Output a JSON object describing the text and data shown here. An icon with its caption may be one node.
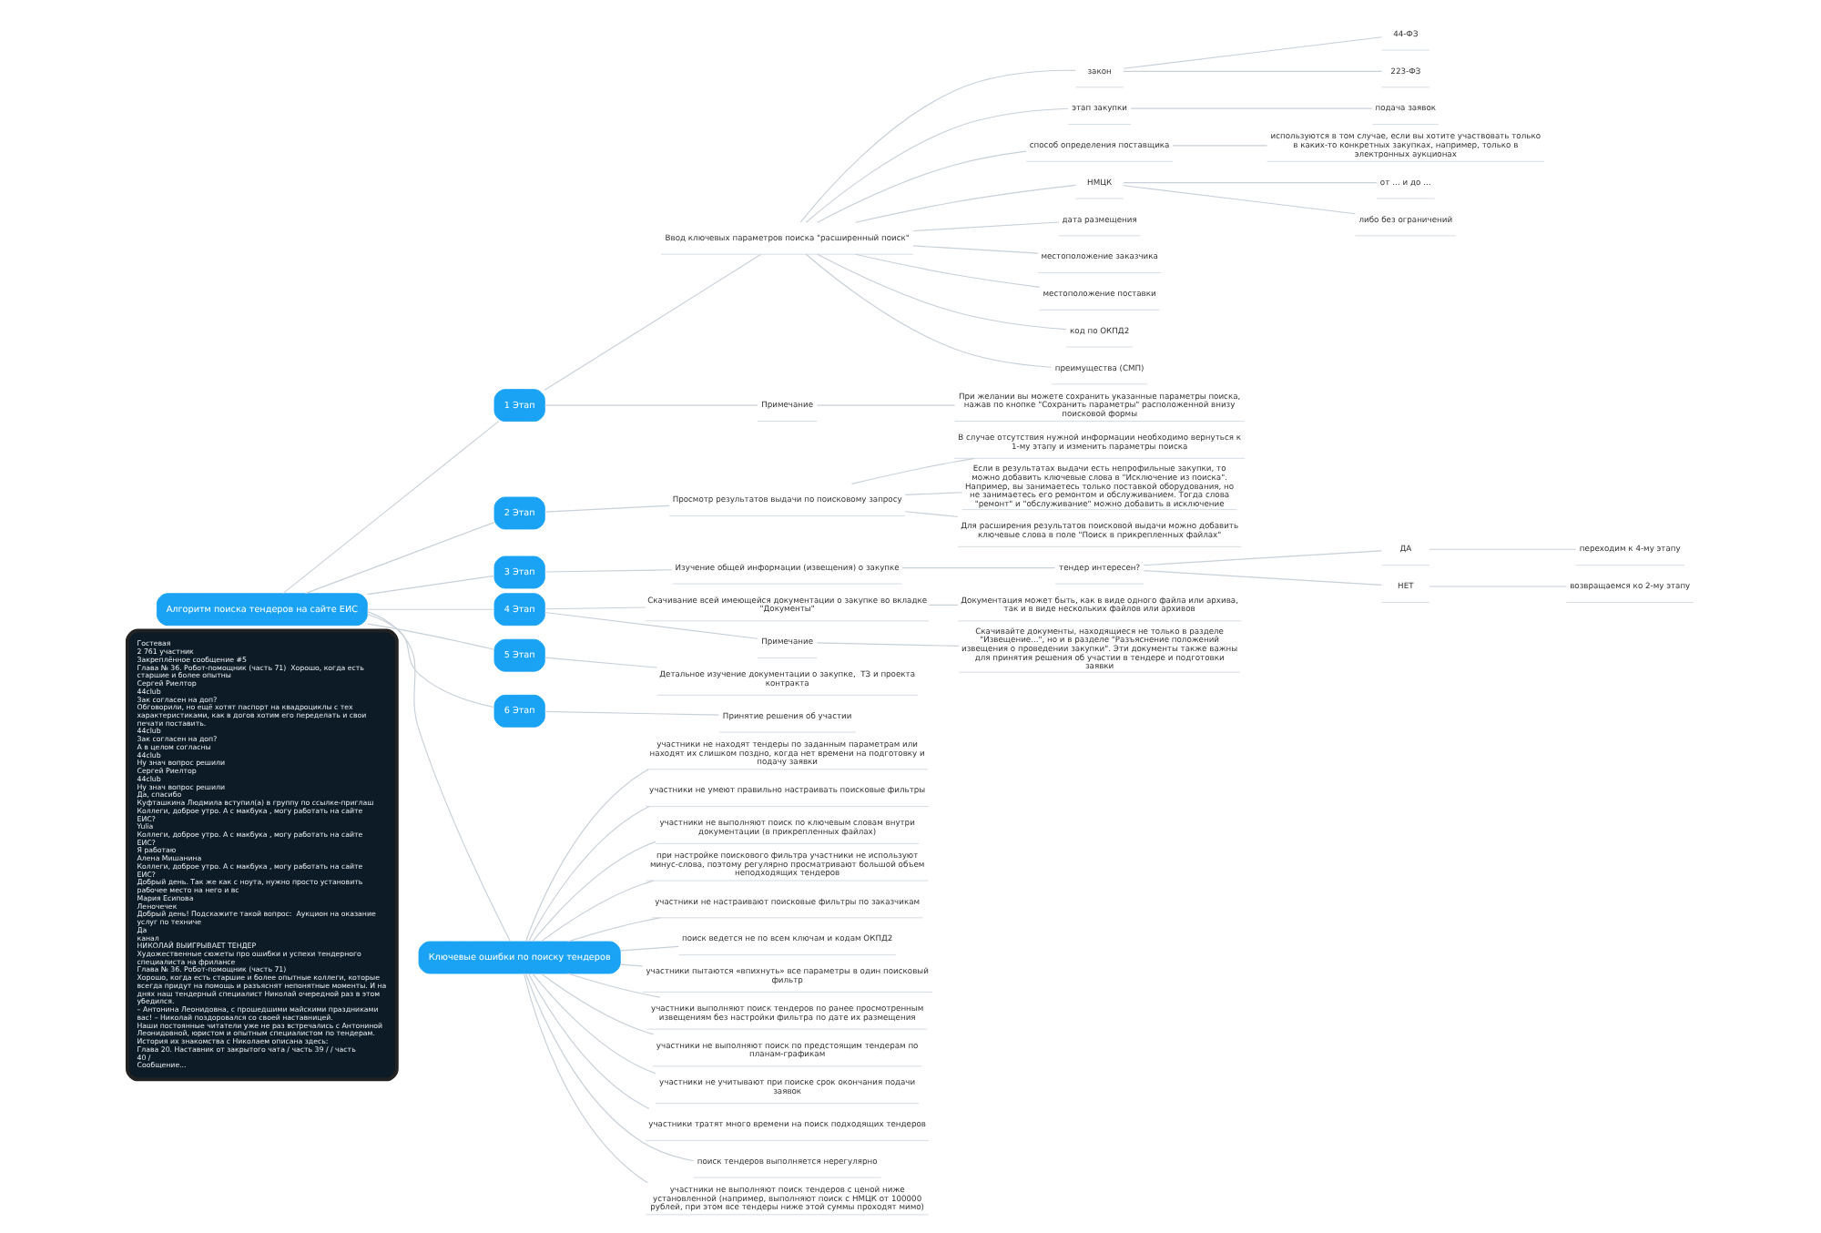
{
  "diagram": {
    "nodes": [
      {
        "text": [
          "Гостевая",
          "2 761 участник",
          "Закреплённое сообщение #5",
          "Глава № 36. Робот-помощник (часть 71)  Хорошо, когда есть старшие и более опытны",
          "Сергей Риелтор",
          "44club",
          "Зак согласен на доп?",
          "Обговорили, но ещё хотят паспорт на квадроциклы с тех характеристиками, как в догов хотим его переделать и свои печати поставить.",
          "44club",
          "Зак согласен на доп?",
          "А в целом согласны",
          "44club",
          "Ну знач вопрос решили",
          "Сергей Риелтор",
          "44club",
          "Ну знач вопрос решили",
          "Да, спасибо",
          "Куфташкина Людмила вступил(а) в группу по ссылке-приглаш",
          "Коллеги, доброе утро. А с макбука , могу работать на сайте ЕИС?",
          "Yulia",
          "Коллеги, доброе утро. А с макбука , могу работать на сайте ЕИС?",
          "Я работаю",
          "Алена Мишанина",
          "Коллеги, доброе утро. А с макбука , могу работать на сайте ЕИС?",
          "Добрый день. Так же как с ноута, нужно просто установить рабочее место на него и вс",
          "Мария Есипова",
          "Леночечек",
          "Добрый день! Подскажите такой вопрос:  Аукцион на оказание услуг по техниче",
          "Да",
          "канал",
          "НИКОЛАЙ ВЫИГРЫВАЕТ ТЕНДЕР",
          "Художественные сюжеты про ошибки и успехи тендерного специалиста на фрилансе",
          "Глава № 36. Робот-помощник (часть 71)",
          "Хорошо, когда есть старшие и более опытные коллеги, которые всегда придут на помощь и разъяснят непонятные моменты. И на днях наш тендерный специалист Николай очередной раз в этом убедился.",
          "– Антонина Леонидовна, с прошедшими майскими праздниками вас! – Николай поздоровался со своей наставницей.",
          "Наши постоянные читатели уже не раз встречались с Антониной Леонидовной, юристом и опытным специалистом по тендерам.",
          "История их знакомства с Николаем описана здесь:",
          "Глава 20. Наставник от закрытого чата / часть 39 / / часть 40 /",
          "Сообщение..."
        ]
      },
      {
        "text": [
          "Алгоритм поиска тендеров на сайте ЕИС"
        ]
      },
      {
        "text": [
          "1 Этап"
        ]
      },
      {
        "text": [
          "Ввод ключевых параметров поиска \"расширенный поиск\""
        ]
      },
      {
        "text": [
          "закон"
        ]
      },
      {
        "text": [
          "44-ФЗ"
        ]
      },
      {
        "text": [
          "223-ФЗ"
        ]
      },
      {
        "text": [
          "этап закупки"
        ]
      },
      {
        "text": [
          "подача заявок"
        ]
      },
      {
        "text": [
          "способ определения поставщика"
        ]
      },
      {
        "text": [
          "используются в том случае, если вы хотите участвовать только в каких-то конкретных закупках, например, только в электронных аукционах"
        ]
      },
      {
        "text": [
          "НМЦК"
        ]
      },
      {
        "text": [
          "от … и до …"
        ]
      },
      {
        "text": [
          "либо без ограничений"
        ]
      },
      {
        "text": [
          "дата размещения"
        ]
      },
      {
        "text": [
          "местоположение заказчика"
        ]
      },
      {
        "text": [
          "местоположение поставки"
        ]
      },
      {
        "text": [
          "код по ОКПД2"
        ]
      },
      {
        "text": [
          "преимущества (СМП)"
        ]
      },
      {
        "text": [
          "Примечание"
        ]
      },
      {
        "text": [
          "При желании вы можете сохранить указанные параметры поиска, нажав по кнопке \"Сохранить параметры\" расположенной внизу поисковой формы"
        ]
      },
      {
        "text": [
          "2 Этап"
        ]
      },
      {
        "text": [
          "Просмотр результатов выдачи по поисковому запросу"
        ]
      },
      {
        "text": [
          "В случае отсутствия нужной информации необходимо вернуться к 1-му этапу и изменить параметры поиска"
        ]
      },
      {
        "text": [
          "Если в результатах выдачи есть непрофильные закупки, то можно добавить ключевые слова в \"Исключение из поиска\". Например, вы занимаетесь только поставкой оборудования, но не занимаетесь его ремонтом и обслуживанием. Тогда слова \"ремонт\" и \"обслуживание\" можно добавить в исключение"
        ]
      },
      {
        "text": [
          "Для расширения результатов поисковой выдачи можно добавить ключевые слова в поле \"Поиск в прикрепленных файлах\""
        ]
      },
      {
        "text": [
          "3 Этап"
        ]
      },
      {
        "text": [
          "Изучение общей информации (извещения) о закупке"
        ]
      },
      {
        "text": [
          "тендер интересен?"
        ]
      },
      {
        "text": [
          "ДА"
        ]
      },
      {
        "text": [
          "переходим к 4-му этапу"
        ]
      },
      {
        "text": [
          "НЕТ"
        ]
      },
      {
        "text": [
          "возвращаемся ко 2-му этапу"
        ]
      },
      {
        "text": [
          "4 Этап"
        ]
      },
      {
        "text": [
          "Скачивание всей имеющейся документации о закупке во вкладке \"Документы\""
        ]
      },
      {
        "text": [
          "Документация может быть, как в виде одного файла или архива, так и в виде нескольких файлов или архивов"
        ]
      },
      {
        "text": [
          "Примечание"
        ]
      },
      {
        "text": [
          "Скачивайте документы, находящиеся не только в разделе \"Извещение...\", но и в разделе \"Разъяснение положений извещения о проведении закупки\". Эти документы также важны для принятия решения об участии в тендере и подготовки заявки"
        ]
      },
      {
        "text": [
          "5 Этап"
        ]
      },
      {
        "text": [
          "Детальное изучение документации о закупке,  ТЗ и проекта контракта"
        ]
      },
      {
        "text": [
          "6 Этап"
        ]
      },
      {
        "text": [
          "Принятие решения об участии"
        ]
      },
      {
        "text": [
          "Ключевые ошибки по поиску тендеров"
        ]
      },
      {
        "text": [
          "участники не находят тендеры по заданным параметрам или находят их слишком поздно, когда нет времени на подготовку и подачу заявки"
        ]
      },
      {
        "text": [
          "участники не умеют правильно настраивать поисковые фильтры"
        ]
      },
      {
        "text": [
          "участники не выполняют поиск по ключевым словам внутри документации (в прикрепленных файлах)"
        ]
      },
      {
        "text": [
          "при настройке поискового фильтра участники не используют минус-слова, поэтому регулярно просматривают большой объем неподходящих тендеров"
        ]
      },
      {
        "text": [
          "участники не настраивают поисковые фильтры по заказчикам"
        ]
      },
      {
        "text": [
          "поиск ведется не по всем ключам и кодам ОКПД2"
        ]
      },
      {
        "text": [
          "участники пытаются «впихнуть» все параметры в один поисковый фильтр"
        ]
      },
      {
        "text": [
          "участники выполняют поиск тендеров по ранее просмотренным извещениям без настройки фильтра по дате их размещения"
        ]
      },
      {
        "text": [
          "участники не выполняют поиск по предстоящим тендерам по планам-графикам"
        ]
      },
      {
        "text": [
          "участники не учитывают при поиске срок окончания подачи заявок"
        ]
      },
      {
        "text": [
          "участники тратят много времени на поиск подходящих тендеров"
        ]
      },
      {
        "text": [
          "поиск тендеров выполняется нерегулярно"
        ]
      },
      {
        "text": [
          "участники не выполняют поиск тендеров с ценой ниже установленной (например, выполняют поиск с НМЦК от 100000 рублей, при этом все тендеры ниже этой суммы проходят мимо)"
        ]
      }
    ],
    "edges": [
      {
        "from": 1,
        "to": 2,
        "arrow": "none"
      },
      {
        "from": 2,
        "to": 3,
        "arrow": "none"
      },
      {
        "from": 3,
        "to": 4,
        "arrow": "none"
      },
      {
        "from": 4,
        "to": 5,
        "arrow": "none"
      },
      {
        "from": 4,
        "to": 6,
        "arrow": "none"
      },
      {
        "from": 3,
        "to": 7,
        "arrow": "none"
      },
      {
        "from": 7,
        "to": 8,
        "arrow": "none"
      },
      {
        "from": 3,
        "to": 9,
        "arrow": "none"
      },
      {
        "from": 9,
        "to": 10,
        "arrow": "none"
      },
      {
        "from": 3,
        "to": 11,
        "arrow": "none"
      },
      {
        "from": 11,
        "to": 12,
        "arrow": "none"
      },
      {
        "from": 11,
        "to": 13,
        "arrow": "none"
      },
      {
        "from": 3,
        "to": 14,
        "arrow": "none"
      },
      {
        "from": 3,
        "to": 15,
        "arrow": "none"
      },
      {
        "from": 3,
        "to": 16,
        "arrow": "none"
      },
      {
        "from": 3,
        "to": 17,
        "arrow": "none"
      },
      {
        "from": 3,
        "to": 18,
        "arrow": "none"
      },
      {
        "from": 2,
        "to": 19,
        "arrow": "none"
      },
      {
        "from": 19,
        "to": 20,
        "arrow": "none"
      },
      {
        "from": 1,
        "to": 21,
        "arrow": "none"
      },
      {
        "from": 21,
        "to": 22,
        "arrow": "none"
      },
      {
        "from": 22,
        "to": 23,
        "arrow": "none"
      },
      {
        "from": 22,
        "to": 24,
        "arrow": "none"
      },
      {
        "from": 22,
        "to": 25,
        "arrow": "none"
      },
      {
        "from": 1,
        "to": 26,
        "arrow": "none"
      },
      {
        "from": 26,
        "to": 27,
        "arrow": "none"
      },
      {
        "from": 27,
        "to": 28,
        "arrow": "none"
      },
      {
        "from": 28,
        "to": 29,
        "arrow": "none"
      },
      {
        "from": 29,
        "to": 30,
        "arrow": "none"
      },
      {
        "from": 28,
        "to": 31,
        "arrow": "none"
      },
      {
        "from": 31,
        "to": 32,
        "arrow": "none"
      },
      {
        "from": 1,
        "to": 33,
        "arrow": "none"
      },
      {
        "from": 33,
        "to": 34,
        "arrow": "none"
      },
      {
        "from": 34,
        "to": 35,
        "arrow": "none"
      },
      {
        "from": 33,
        "to": 36,
        "arrow": "none"
      },
      {
        "from": 36,
        "to": 37,
        "arrow": "none"
      },
      {
        "from": 1,
        "to": 38,
        "arrow": "none"
      },
      {
        "from": 38,
        "to": 39,
        "arrow": "none"
      },
      {
        "from": 1,
        "to": 40,
        "arrow": "none"
      },
      {
        "from": 40,
        "to": 41,
        "arrow": "none"
      },
      {
        "from": 1,
        "to": 42,
        "arrow": "none"
      },
      {
        "from": 42,
        "to": 43,
        "arrow": "none"
      },
      {
        "from": 42,
        "to": 44,
        "arrow": "none"
      },
      {
        "from": 42,
        "to": 45,
        "arrow": "none"
      },
      {
        "from": 42,
        "to": 46,
        "arrow": "none"
      },
      {
        "from": 42,
        "to": 47,
        "arrow": "none"
      },
      {
        "from": 42,
        "to": 48,
        "arrow": "none"
      },
      {
        "from": 42,
        "to": 49,
        "arrow": "none"
      },
      {
        "from": 42,
        "to": 50,
        "arrow": "none"
      },
      {
        "from": 42,
        "to": 51,
        "arrow": "none"
      },
      {
        "from": 42,
        "to": 52,
        "arrow": "none"
      },
      {
        "from": 42,
        "to": 53,
        "arrow": "none"
      },
      {
        "from": 42,
        "to": 54,
        "arrow": "none"
      },
      {
        "from": 42,
        "to": 55,
        "arrow": "none"
      }
    ]
  }
}
